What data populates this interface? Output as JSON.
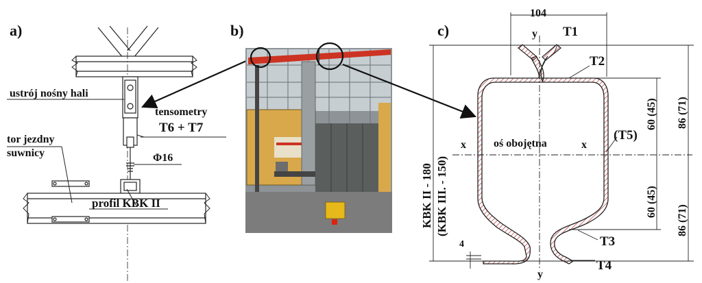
{
  "panels": {
    "a": {
      "label": "a)",
      "texts": {
        "hall_structure": "ustrój nośny hali",
        "strain_gauges": "tensometry",
        "gauge_ids": "T6 + T7",
        "diameter": "Φ16",
        "rail_line1": "tor jezdny",
        "rail_line2": "suwnicy",
        "profile": "profil KBK II"
      }
    },
    "b": {
      "label": "b)",
      "photo_description_colors": {
        "crane_beam": "#cc3322",
        "booth_wall": "#d8a84a",
        "floor": "#7c7c7c"
      }
    },
    "c": {
      "label": "c)",
      "texts": {
        "width": "104",
        "y_top": "y",
        "y_bottom": "y",
        "x_left": "x",
        "x_right": "x",
        "neutral_axis": "oś obojętna",
        "t1": "T1",
        "t2": "T2",
        "t3": "T3",
        "t4": "T4",
        "t5": "(T5)",
        "upper_half": "60 (45)",
        "lower_half": "60 (45)",
        "upper_total": "86 (71)",
        "lower_total": "86 (71)",
        "thickness": "4",
        "profile_name": "KBK II - 180",
        "profile_name_alt": "(KBK III. - 150)"
      }
    }
  }
}
